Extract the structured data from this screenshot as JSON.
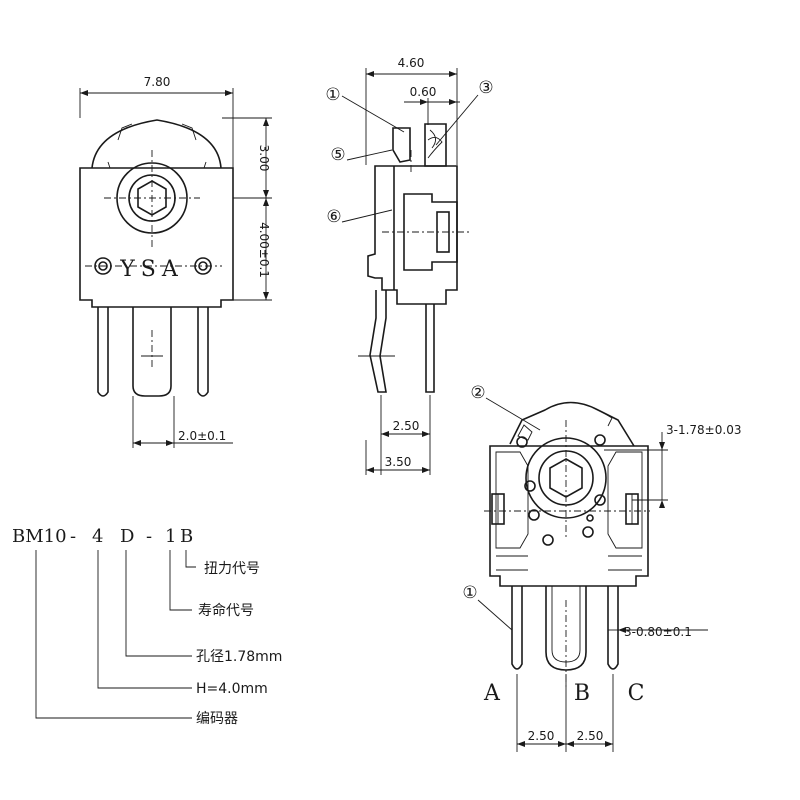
{
  "front_view": {
    "width_dim": "7.80",
    "top_height_dim": "3.00",
    "lower_height_dim": "4.00±0.1",
    "pin_pitch_dim": "2.0±0.1",
    "brand_label": "YSA"
  },
  "side_view": {
    "depth_dim": "4.60",
    "inner_dim": "0.60",
    "pin_dim_a": "2.50",
    "pin_dim_b": "3.50",
    "callouts": [
      "①",
      "③",
      "⑤",
      "⑥"
    ]
  },
  "bottom_view": {
    "hole_dim": "3-1.78±0.03",
    "pin_width_dim": "3-0.80±0.1",
    "pitch_left": "2.50",
    "pitch_right": "2.50",
    "pin_labels": [
      "A",
      "B",
      "C"
    ],
    "callouts": [
      "②",
      "①"
    ]
  },
  "model_code": {
    "segments": [
      "BM10",
      "-",
      "4",
      "D",
      "-",
      "1",
      "B"
    ],
    "legend": [
      "扭力代号",
      "寿命代号",
      "孔径1.78mm",
      "H=4.0mm",
      "编码器"
    ]
  }
}
